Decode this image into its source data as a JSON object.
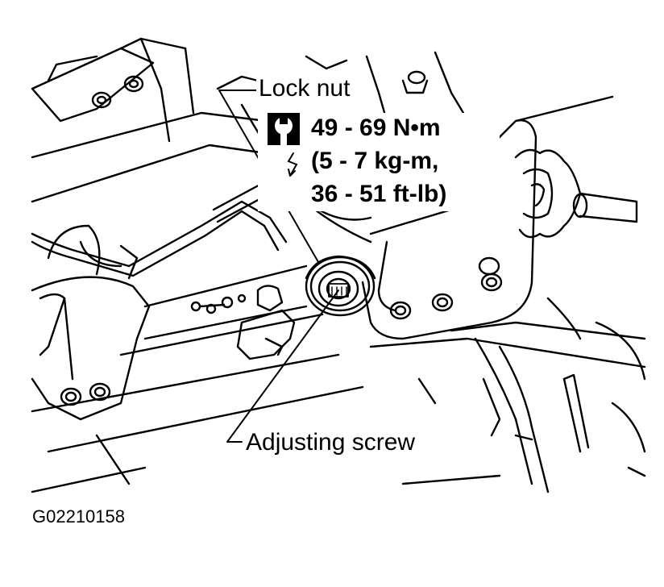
{
  "labels": {
    "lock_nut": "Lock nut",
    "torque_nm": "49 - 69 N•m",
    "torque_kgm": "(5 - 7 kg-m,",
    "torque_ftlb": "36 - 51 ft-lb)",
    "adjusting_screw": "Adjusting screw",
    "figure_id": "G02210158"
  },
  "icons": {
    "torque": "wrench-icon",
    "tighten": "tightening-arrow-icon"
  },
  "colors": {
    "ink": "#000000",
    "paper": "#ffffff"
  }
}
